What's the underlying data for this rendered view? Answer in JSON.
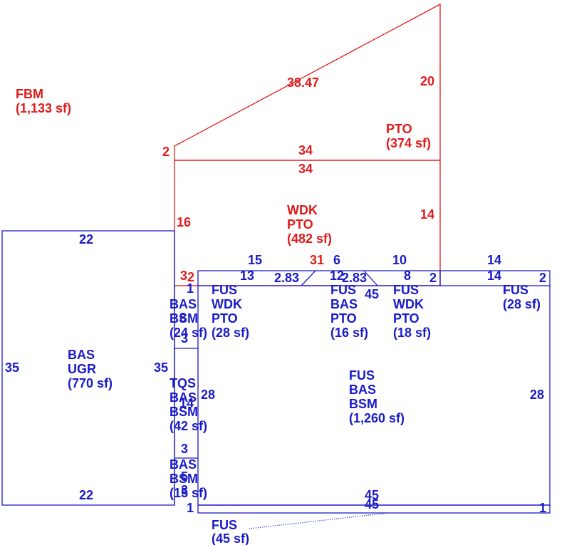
{
  "colors": {
    "upper": "#e01b1b",
    "lower": "#1a1ac8"
  },
  "areas": [
    {
      "id": "fbm",
      "lines": [
        "FBM",
        "(1,133 sf)"
      ],
      "color": "upper"
    },
    {
      "id": "pto-top",
      "lines": [
        "PTO",
        "(374 sf)"
      ],
      "color": "upper"
    },
    {
      "id": "wdk-pto",
      "lines": [
        "WDK",
        "PTO",
        "(482 sf)"
      ],
      "color": "upper"
    },
    {
      "id": "bas-ugr",
      "lines": [
        "BAS",
        "UGR",
        "(770 sf)"
      ],
      "color": "lower"
    },
    {
      "id": "bas-bsm-24",
      "lines": [
        "BAS",
        "BSM",
        "(24 sf)"
      ],
      "color": "lower"
    },
    {
      "id": "fus-wdk-pto-28",
      "lines": [
        "FUS",
        "WDK",
        "PTO",
        "(28 sf)"
      ],
      "color": "lower"
    },
    {
      "id": "fus-bas-pto-16",
      "lines": [
        "FUS",
        "BAS",
        "PTO",
        "(16 sf)"
      ],
      "color": "lower"
    },
    {
      "id": "fus-wdk-pto-18",
      "lines": [
        "FUS",
        "WDK",
        "PTO",
        "(18 sf)"
      ],
      "color": "lower"
    },
    {
      "id": "fus-28",
      "lines": [
        "FUS",
        "(28 sf)"
      ],
      "color": "lower"
    },
    {
      "id": "tqs-bas-bsm",
      "lines": [
        "TQS",
        "BAS",
        "BSM",
        "(42 sf)"
      ],
      "color": "lower"
    },
    {
      "id": "fus-bas-bsm",
      "lines": [
        "FUS",
        "BAS",
        "BSM",
        "(1,260 sf)"
      ],
      "color": "lower"
    },
    {
      "id": "bas-bsm-15",
      "lines": [
        "BAS",
        "BSM",
        "(15 sf)"
      ],
      "color": "lower"
    },
    {
      "id": "fus-45",
      "lines": [
        "FUS",
        "(45 sf)"
      ],
      "color": "lower"
    }
  ],
  "dimensions": [
    {
      "id": "d-38-47",
      "text": "38.47",
      "color": "upper"
    },
    {
      "id": "d-20",
      "text": "20",
      "color": "upper"
    },
    {
      "id": "d-2-left",
      "text": "2",
      "color": "upper"
    },
    {
      "id": "d-34-a",
      "text": "34",
      "color": "upper"
    },
    {
      "id": "d-34-b",
      "text": "34",
      "color": "upper"
    },
    {
      "id": "d-16",
      "text": "16",
      "color": "upper"
    },
    {
      "id": "d-14-right",
      "text": "14",
      "color": "upper"
    },
    {
      "id": "d-31",
      "text": "31",
      "color": "upper"
    },
    {
      "id": "d-2-corner",
      "text": "2",
      "color": "upper"
    },
    {
      "id": "d-3-corner",
      "text": "3",
      "color": "upper"
    },
    {
      "id": "d-22-top",
      "text": "22",
      "color": "lower"
    },
    {
      "id": "d-22-bottom",
      "text": "22",
      "color": "lower"
    },
    {
      "id": "d-35-left",
      "text": "35",
      "color": "lower"
    },
    {
      "id": "d-35-right",
      "text": "35",
      "color": "lower"
    },
    {
      "id": "d-15",
      "text": "15",
      "color": "lower"
    },
    {
      "id": "d-13",
      "text": "13",
      "color": "lower"
    },
    {
      "id": "d-2-83-a",
      "text": "2.83",
      "color": "lower"
    },
    {
      "id": "d-6",
      "text": "6",
      "color": "lower"
    },
    {
      "id": "d-2-83-b",
      "text": "2.83",
      "color": "lower"
    },
    {
      "id": "d-12",
      "text": "12",
      "color": "lower"
    },
    {
      "id": "d-10",
      "text": "10",
      "color": "lower"
    },
    {
      "id": "d-8",
      "text": "8",
      "color": "lower"
    },
    {
      "id": "d-2-mid",
      "text": "2",
      "color": "lower"
    },
    {
      "id": "d-14-top",
      "text": "14",
      "color": "lower"
    },
    {
      "id": "d-14-inner",
      "text": "14",
      "color": "lower"
    },
    {
      "id": "d-2-far",
      "text": "2",
      "color": "lower"
    },
    {
      "id": "d-45-a",
      "text": "45",
      "color": "lower"
    },
    {
      "id": "d-45-b",
      "text": "45",
      "color": "lower"
    },
    {
      "id": "d-45-c",
      "text": "45",
      "color": "lower"
    },
    {
      "id": "d-28-right",
      "text": "28",
      "color": "lower"
    },
    {
      "id": "d-28-left",
      "text": "28",
      "color": "lower"
    },
    {
      "id": "d-14-strip",
      "text": "14",
      "color": "lower"
    },
    {
      "id": "d-8-strip",
      "text": "8",
      "color": "lower"
    },
    {
      "id": "d-3-a",
      "text": "3",
      "color": "lower"
    },
    {
      "id": "d-3-b",
      "text": "3",
      "color": "lower"
    },
    {
      "id": "d-5",
      "text": "5",
      "color": "lower"
    },
    {
      "id": "d-3-c",
      "text": "3",
      "color": "lower"
    },
    {
      "id": "d-1-left",
      "text": "1",
      "color": "lower"
    },
    {
      "id": "d-1-right",
      "text": "1",
      "color": "lower"
    },
    {
      "id": "d-1-top",
      "text": "1",
      "color": "lower"
    }
  ]
}
